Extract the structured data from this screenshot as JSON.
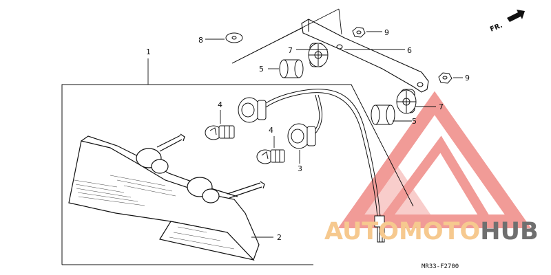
{
  "callouts": {
    "c1": "1",
    "c2": "2",
    "c3": "3",
    "c4a": "4",
    "c4b": "4",
    "c5a": "5",
    "c5b": "5",
    "c6": "6",
    "c7a": "7",
    "c7b": "7",
    "c8": "8",
    "c9a": "9",
    "c9b": "9"
  },
  "direction_label": "FR.",
  "diagram_code": "MR33-F2700",
  "watermark": {
    "part1": "AUTOMOTO",
    "part2": "HUB",
    "colors": {
      "logo": "#ef8a86",
      "part1": "#f6c98f",
      "part2": "#6f6f6f"
    }
  }
}
